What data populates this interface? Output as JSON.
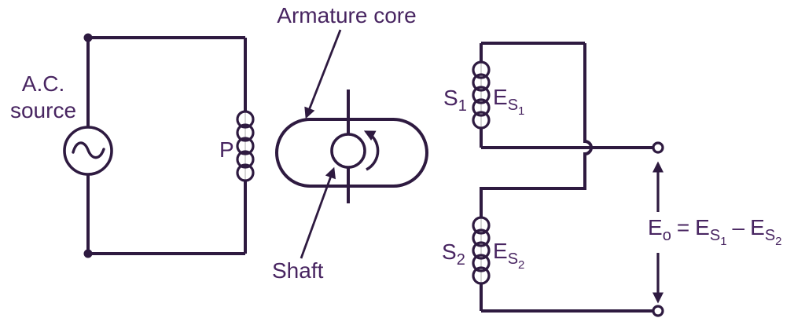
{
  "colors": {
    "line": "#2e1a40",
    "text": "#482561",
    "background": "#ffffff"
  },
  "labels": {
    "ac_source_line1": "A.C.",
    "ac_source_line2": "source",
    "primary": "P",
    "armature_core": "Armature core",
    "shaft": "Shaft",
    "s1": {
      "base": "S",
      "sub": "1"
    },
    "s2": {
      "base": "S",
      "sub": "2"
    },
    "es1": {
      "base": "E",
      "sub": "S",
      "subsub": "1"
    },
    "es2": {
      "base": "E",
      "sub": "S",
      "subsub": "2"
    },
    "formula": {
      "lhs_base": "E",
      "lhs_sub": "o",
      "eq": "=",
      "t1_base": "E",
      "t1_sub": "S",
      "t1_subsub": "1",
      "minus": "–",
      "t2_base": "E",
      "t2_sub": "S",
      "t2_subsub": "2"
    }
  }
}
